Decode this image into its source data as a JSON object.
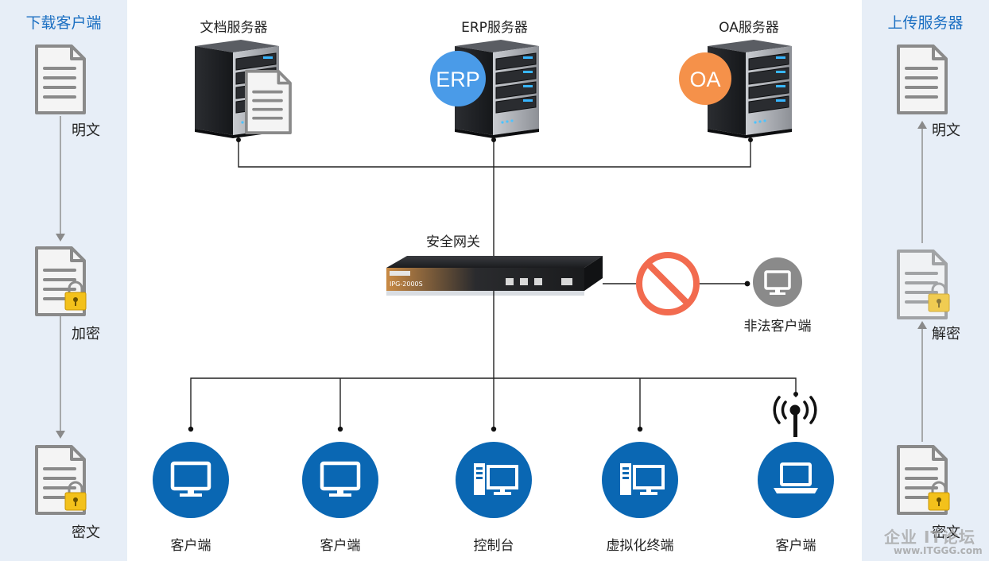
{
  "left_panel": {
    "title": "下载客户端",
    "steps": [
      "明文",
      "加密",
      "密文"
    ]
  },
  "right_panel": {
    "title": "上传服务器",
    "steps": [
      "明文",
      "解密",
      "密文"
    ]
  },
  "servers": [
    {
      "label": "文档服务器",
      "badge": ""
    },
    {
      "label": "ERP服务器",
      "badge": "ERP"
    },
    {
      "label": "OA服务器",
      "badge": "OA"
    }
  ],
  "gateway": {
    "label": "安全网关",
    "model": "IPG-2000S"
  },
  "illegal_client": {
    "label": "非法客户端"
  },
  "clients": [
    {
      "label": "客户端",
      "icon": "monitor-icon"
    },
    {
      "label": "客户端",
      "icon": "monitor-icon"
    },
    {
      "label": "控制台",
      "icon": "desktop-tower-icon"
    },
    {
      "label": "虚拟化终端",
      "icon": "desktop-tower-icon"
    },
    {
      "label": "客户端",
      "icon": "laptop-icon"
    }
  ],
  "watermark": {
    "line1": "企业 IT论坛",
    "line2": "www.ITGGG.com"
  },
  "colors": {
    "accent": "#1b6fc2",
    "client_circle": "#0a67b3",
    "erp_badge": "#4a9be8",
    "oa_badge": "#f5914a",
    "forbidden": "#f26b4f"
  }
}
